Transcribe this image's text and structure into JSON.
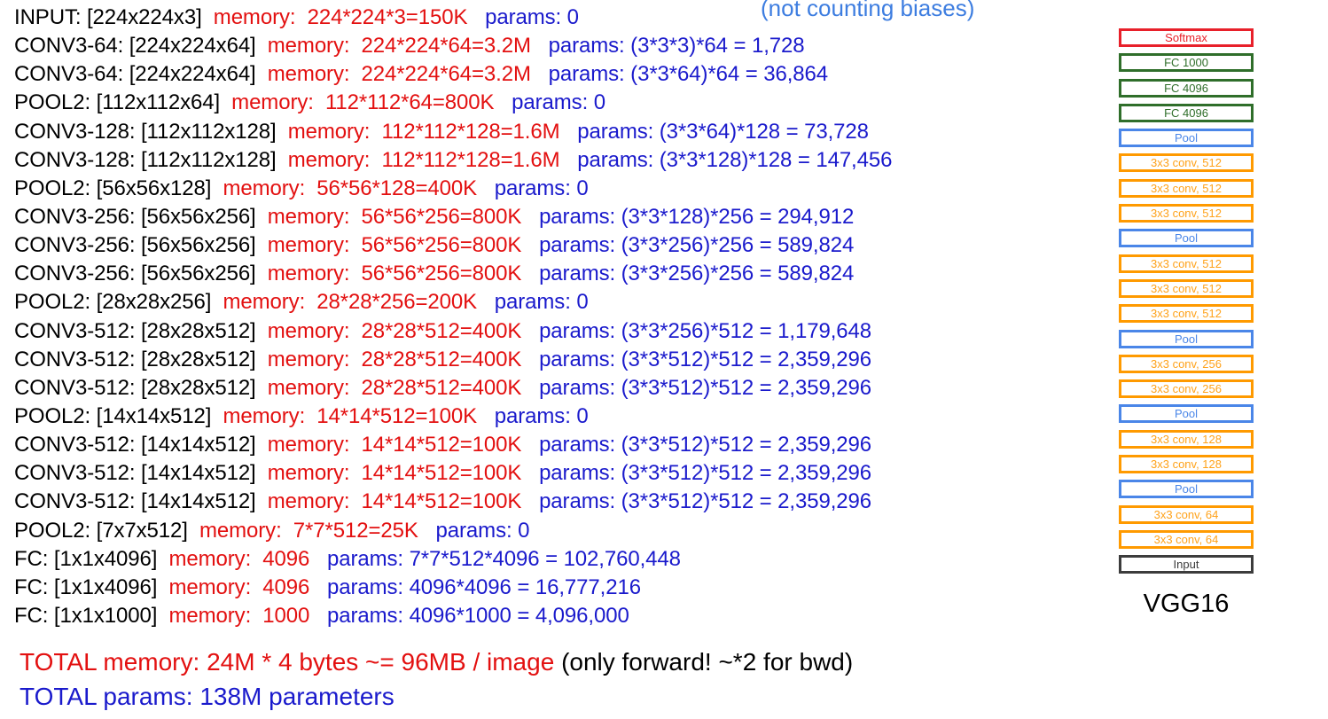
{
  "note": "(not counting biases)",
  "rows": [
    {
      "layer": "INPUT: [224x224x3]",
      "memory": "memory:  224*224*3=150K",
      "params": "params: 0"
    },
    {
      "layer": "CONV3-64: [224x224x64]",
      "memory": "memory:  224*224*64=3.2M",
      "params": "params: (3*3*3)*64 = 1,728"
    },
    {
      "layer": "CONV3-64: [224x224x64]",
      "memory": "memory:  224*224*64=3.2M",
      "params": "params: (3*3*64)*64 = 36,864"
    },
    {
      "layer": "POOL2: [112x112x64]",
      "memory": "memory:  112*112*64=800K",
      "params": "params: 0"
    },
    {
      "layer": "CONV3-128: [112x112x128]",
      "memory": "memory:  112*112*128=1.6M",
      "params": "params: (3*3*64)*128 = 73,728"
    },
    {
      "layer": "CONV3-128: [112x112x128]",
      "memory": "memory:  112*112*128=1.6M",
      "params": "params: (3*3*128)*128 = 147,456"
    },
    {
      "layer": "POOL2: [56x56x128]",
      "memory": "memory:  56*56*128=400K",
      "params": "params: 0"
    },
    {
      "layer": "CONV3-256: [56x56x256]",
      "memory": "memory:  56*56*256=800K",
      "params": "params: (3*3*128)*256 = 294,912"
    },
    {
      "layer": "CONV3-256: [56x56x256]",
      "memory": "memory:  56*56*256=800K",
      "params": "params: (3*3*256)*256 = 589,824"
    },
    {
      "layer": "CONV3-256: [56x56x256]",
      "memory": "memory:  56*56*256=800K",
      "params": "params: (3*3*256)*256 = 589,824"
    },
    {
      "layer": "POOL2: [28x28x256]",
      "memory": "memory:  28*28*256=200K",
      "params": "params: 0"
    },
    {
      "layer": "CONV3-512: [28x28x512]",
      "memory": "memory:  28*28*512=400K",
      "params": "params: (3*3*256)*512 = 1,179,648"
    },
    {
      "layer": "CONV3-512: [28x28x512]",
      "memory": "memory:  28*28*512=400K",
      "params": "params: (3*3*512)*512 = 2,359,296"
    },
    {
      "layer": "CONV3-512: [28x28x512]",
      "memory": "memory:  28*28*512=400K",
      "params": "params: (3*3*512)*512 = 2,359,296"
    },
    {
      "layer": "POOL2: [14x14x512]",
      "memory": "memory:  14*14*512=100K",
      "params": "params: 0"
    },
    {
      "layer": "CONV3-512: [14x14x512]",
      "memory": "memory:  14*14*512=100K",
      "params": "params: (3*3*512)*512 = 2,359,296"
    },
    {
      "layer": "CONV3-512: [14x14x512]",
      "memory": "memory:  14*14*512=100K",
      "params": "params: (3*3*512)*512 = 2,359,296"
    },
    {
      "layer": "CONV3-512: [14x14x512]",
      "memory": "memory:  14*14*512=100K",
      "params": "params: (3*3*512)*512 = 2,359,296"
    },
    {
      "layer": "POOL2: [7x7x512]",
      "memory": "memory:  7*7*512=25K",
      "params": "params: 0"
    },
    {
      "layer": "FC: [1x1x4096]",
      "memory": "memory:  4096",
      "params": "params: 7*7*512*4096 = 102,760,448"
    },
    {
      "layer": "FC: [1x1x4096]",
      "memory": "memory:  4096",
      "params": "params: 4096*4096 = 16,777,216"
    },
    {
      "layer": "FC: [1x1x1000]",
      "memory": "memory:  1000",
      "params": "params: 4096*1000 = 4,096,000"
    }
  ],
  "totals": {
    "memory_prefix": "TOTAL memory: 24M * 4 bytes ~= 96MB / image",
    "memory_suffix": "(only forward! ~*2 for bwd)",
    "params": "TOTAL params: 138M parameters"
  },
  "architecture": {
    "name": "VGG16",
    "blocks": [
      {
        "label": "Softmax",
        "kind": "softmax"
      },
      {
        "label": "FC 1000",
        "kind": "fc"
      },
      {
        "label": "FC 4096",
        "kind": "fc"
      },
      {
        "label": "FC 4096",
        "kind": "fc"
      },
      {
        "label": "Pool",
        "kind": "pool"
      },
      {
        "label": "3x3 conv, 512",
        "kind": "conv"
      },
      {
        "label": "3x3 conv, 512",
        "kind": "conv"
      },
      {
        "label": "3x3 conv, 512",
        "kind": "conv"
      },
      {
        "label": "Pool",
        "kind": "pool"
      },
      {
        "label": "3x3 conv, 512",
        "kind": "conv"
      },
      {
        "label": "3x3 conv, 512",
        "kind": "conv"
      },
      {
        "label": "3x3 conv, 512",
        "kind": "conv"
      },
      {
        "label": "Pool",
        "kind": "pool"
      },
      {
        "label": "3x3 conv, 256",
        "kind": "conv"
      },
      {
        "label": "3x3 conv, 256",
        "kind": "conv"
      },
      {
        "label": "Pool",
        "kind": "pool"
      },
      {
        "label": "3x3 conv, 128",
        "kind": "conv"
      },
      {
        "label": "3x3 conv, 128",
        "kind": "conv"
      },
      {
        "label": "Pool",
        "kind": "pool"
      },
      {
        "label": "3x3 conv, 64",
        "kind": "conv"
      },
      {
        "label": "3x3 conv, 64",
        "kind": "conv"
      },
      {
        "label": "Input",
        "kind": "input"
      }
    ]
  },
  "colors": {
    "memory_text": "#e31010",
    "params_text": "#1a1acc",
    "note_text": "#3d7de0",
    "softmax": "#e8202a",
    "fc": "#2f6e2a",
    "pool": "#4a86e8",
    "conv": "#ff9a00",
    "input": "#3c3c3c"
  }
}
